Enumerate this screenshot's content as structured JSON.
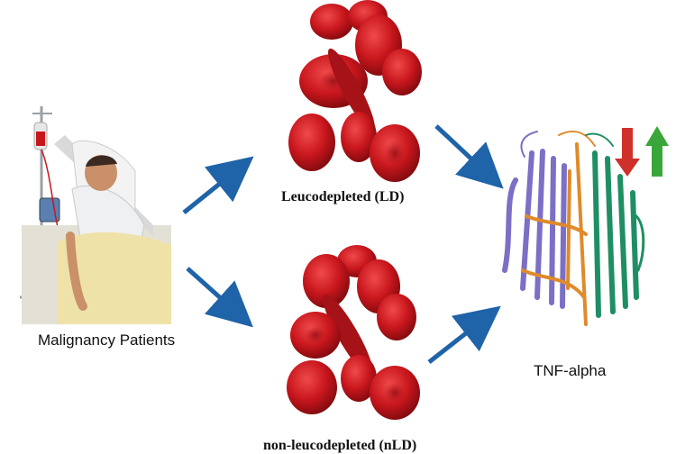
{
  "labels": {
    "patients": "Malignancy Patients",
    "ld": "Leucodepleted (LD)",
    "nld": "non-leucodepleted (nLD)",
    "tnf": "TNF-alpha"
  },
  "colors": {
    "arrow": "#1f63a8",
    "rbc": "#c8161d",
    "protein_purple": "#7b6fc6",
    "protein_orange": "#e08a2a",
    "protein_green": "#1f8f63",
    "down_arrow": "#d0302a",
    "up_arrow": "#3aa63a"
  }
}
